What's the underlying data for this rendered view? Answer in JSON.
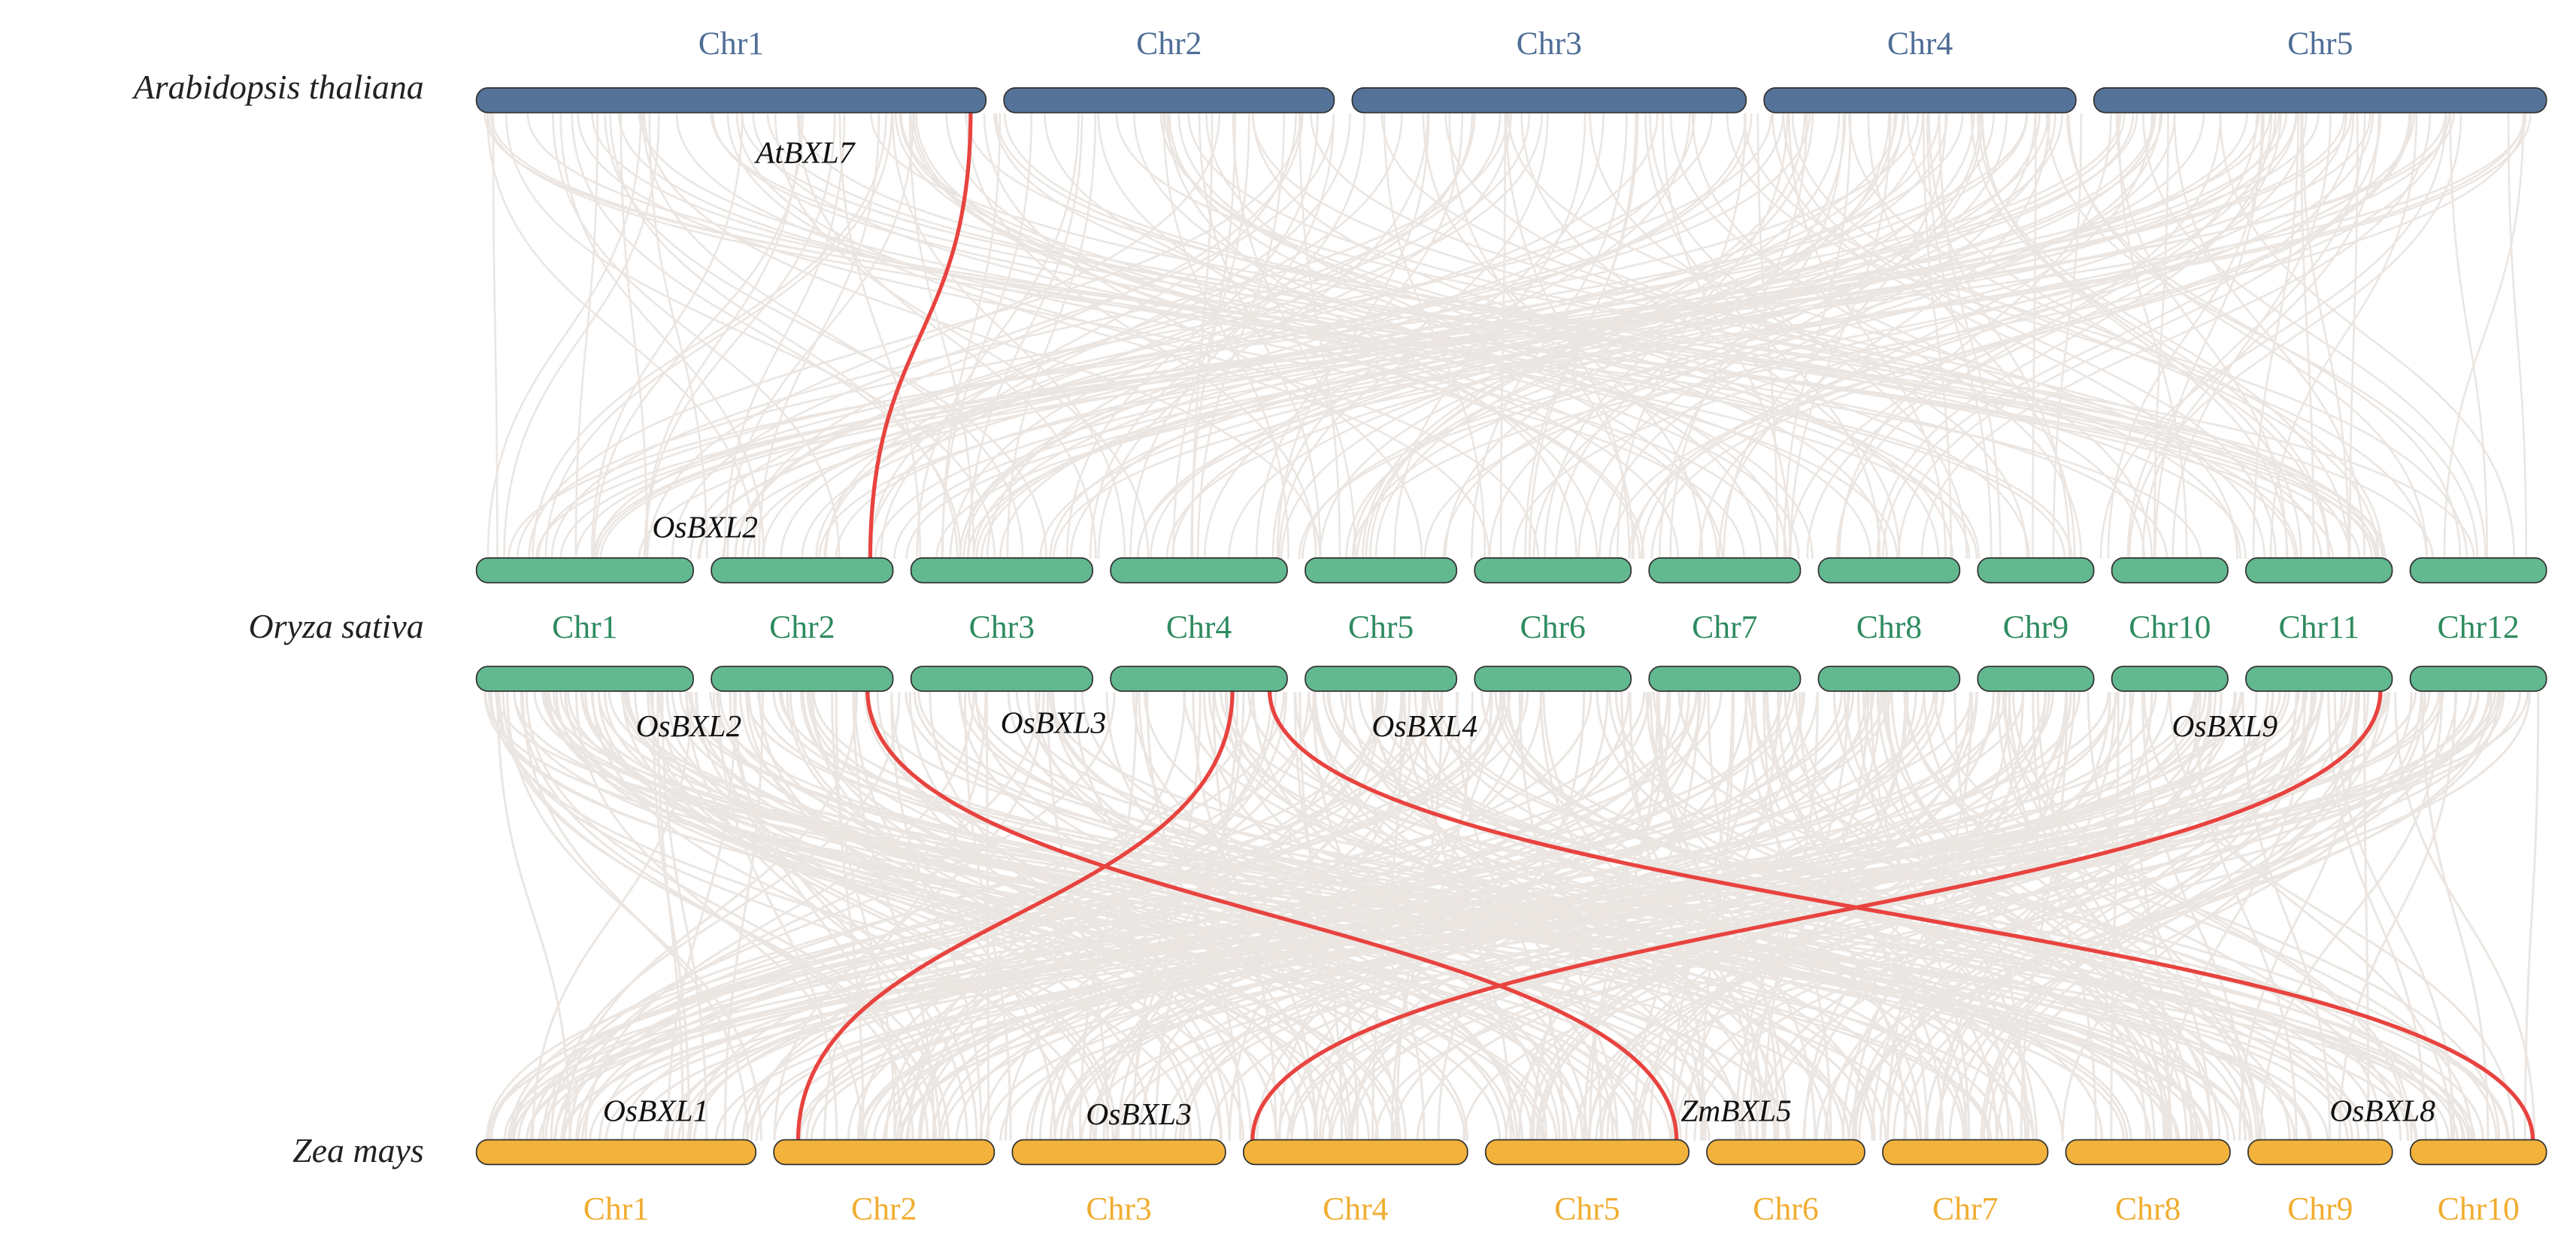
{
  "colors": {
    "arabidopsis": "#557399",
    "rice": "#62b88f",
    "maize": "#f2b23c",
    "arabidopsis_text": "#4f6e96",
    "rice_text": "#2e8b5e",
    "maize_text": "#f0ad30",
    "link": "#ebe6e2",
    "highlight": "#e8433f"
  },
  "species": [
    {
      "id": "at",
      "name": "Arabidopsis thaliana",
      "chromosomes": [
        {
          "label": "Chr1",
          "length": 30.4
        },
        {
          "label": "Chr2",
          "length": 19.7
        },
        {
          "label": "Chr3",
          "length": 23.5
        },
        {
          "label": "Chr4",
          "length": 18.6
        },
        {
          "label": "Chr5",
          "length": 27.0
        }
      ]
    },
    {
      "id": "os",
      "name": "Oryza sativa",
      "chromosomes": [
        {
          "label": "Chr1",
          "length": 43
        },
        {
          "label": "Chr2",
          "length": 36
        },
        {
          "label": "Chr3",
          "length": 36
        },
        {
          "label": "Chr4",
          "length": 35
        },
        {
          "label": "Chr5",
          "length": 30
        },
        {
          "label": "Chr6",
          "length": 31
        },
        {
          "label": "Chr7",
          "length": 30
        },
        {
          "label": "Chr8",
          "length": 28
        },
        {
          "label": "Chr9",
          "length": 23
        },
        {
          "label": "Chr10",
          "length": 23
        },
        {
          "label": "Chr11",
          "length": 29
        },
        {
          "label": "Chr12",
          "length": 27
        }
      ]
    },
    {
      "id": "zm",
      "name": "Zea mays",
      "chromosomes": [
        {
          "label": "Chr1",
          "length": 308
        },
        {
          "label": "Chr2",
          "length": 243
        },
        {
          "label": "Chr3",
          "length": 235
        },
        {
          "label": "Chr4",
          "length": 247
        },
        {
          "label": "Chr5",
          "length": 224
        },
        {
          "label": "Chr6",
          "length": 174
        },
        {
          "label": "Chr7",
          "length": 182
        },
        {
          "label": "Chr8",
          "length": 181
        },
        {
          "label": "Chr9",
          "length": 159
        },
        {
          "label": "Chr10",
          "length": 150
        }
      ]
    }
  ],
  "highlight_links": [
    {
      "pair": "at-os",
      "from": {
        "chr": 0,
        "pos": 0.97
      },
      "to": {
        "chr": 1,
        "pos": 0.875
      }
    },
    {
      "pair": "os-zm",
      "from": {
        "chr": 1,
        "pos": 0.86
      },
      "to": {
        "chr": 4,
        "pos": 0.94
      }
    },
    {
      "pair": "os-zm",
      "from": {
        "chr": 3,
        "pos": 0.69
      },
      "to": {
        "chr": 1,
        "pos": 0.11
      }
    },
    {
      "pair": "os-zm",
      "from": {
        "chr": 3,
        "pos": 0.9
      },
      "to": {
        "chr": 9,
        "pos": 0.9
      }
    },
    {
      "pair": "os-zm",
      "from": {
        "chr": 10,
        "pos": 0.92
      },
      "to": {
        "chr": 3,
        "pos": 0.04
      }
    }
  ],
  "gene_labels": {
    "at_top": [
      "AtBXL7"
    ],
    "os_top": [
      "OsBXL2"
    ],
    "os_bottom": [
      "OsBXL2",
      "OsBXL3",
      "OsBXL4",
      "OsBXL9"
    ],
    "zm": [
      "OsBXL1",
      "OsBXL3",
      "ZmBXL5",
      "OsBXL8"
    ]
  }
}
